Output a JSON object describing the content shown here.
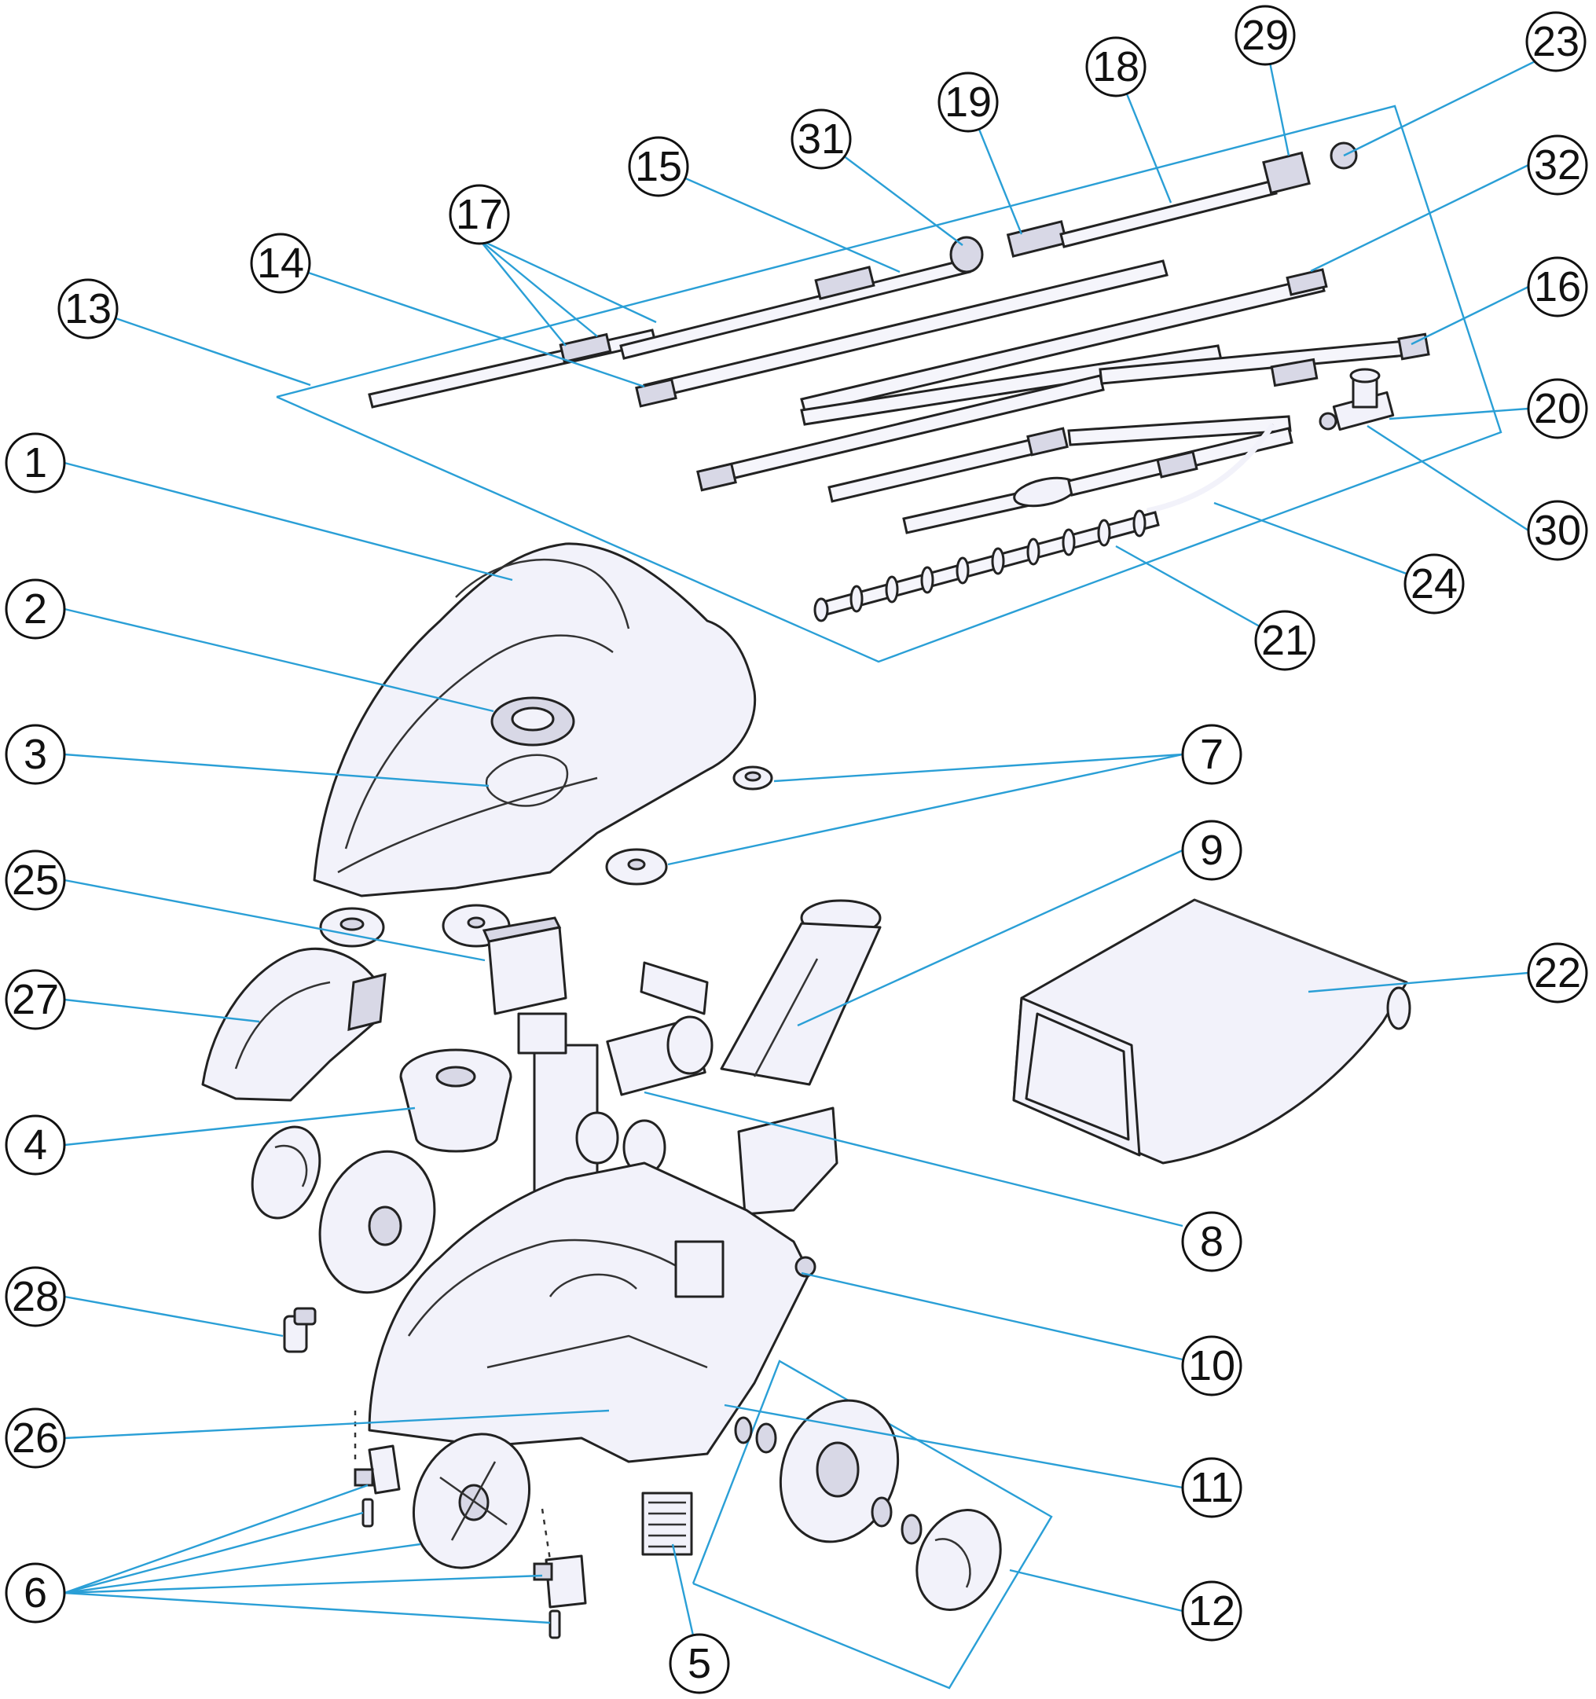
{
  "colors": {
    "leader": "#2a9fd6",
    "outline": "#222222",
    "part_fill": "#f2f2fa",
    "background": "#ffffff"
  },
  "callouts": [
    {
      "id": "c1",
      "label": "1"
    },
    {
      "id": "c2",
      "label": "2"
    },
    {
      "id": "c3",
      "label": "3"
    },
    {
      "id": "c4",
      "label": "4"
    },
    {
      "id": "c5",
      "label": "5"
    },
    {
      "id": "c6",
      "label": "6"
    },
    {
      "id": "c7",
      "label": "7"
    },
    {
      "id": "c8",
      "label": "8"
    },
    {
      "id": "c9",
      "label": "9"
    },
    {
      "id": "c10",
      "label": "10"
    },
    {
      "id": "c11",
      "label": "11"
    },
    {
      "id": "c12",
      "label": "12"
    },
    {
      "id": "c13",
      "label": "13"
    },
    {
      "id": "c14",
      "label": "14"
    },
    {
      "id": "c15",
      "label": "15"
    },
    {
      "id": "c16",
      "label": "16"
    },
    {
      "id": "c17",
      "label": "17"
    },
    {
      "id": "c18",
      "label": "18"
    },
    {
      "id": "c19",
      "label": "19"
    },
    {
      "id": "c20",
      "label": "20"
    },
    {
      "id": "c21",
      "label": "21"
    },
    {
      "id": "c22",
      "label": "22"
    },
    {
      "id": "c23",
      "label": "23"
    },
    {
      "id": "c24",
      "label": "24"
    },
    {
      "id": "c25",
      "label": "25"
    },
    {
      "id": "c26",
      "label": "26"
    },
    {
      "id": "c27",
      "label": "27"
    },
    {
      "id": "c28",
      "label": "28"
    },
    {
      "id": "c29",
      "label": "29"
    },
    {
      "id": "c30",
      "label": "30"
    },
    {
      "id": "c31",
      "label": "31"
    },
    {
      "id": "c32",
      "label": "32"
    }
  ]
}
